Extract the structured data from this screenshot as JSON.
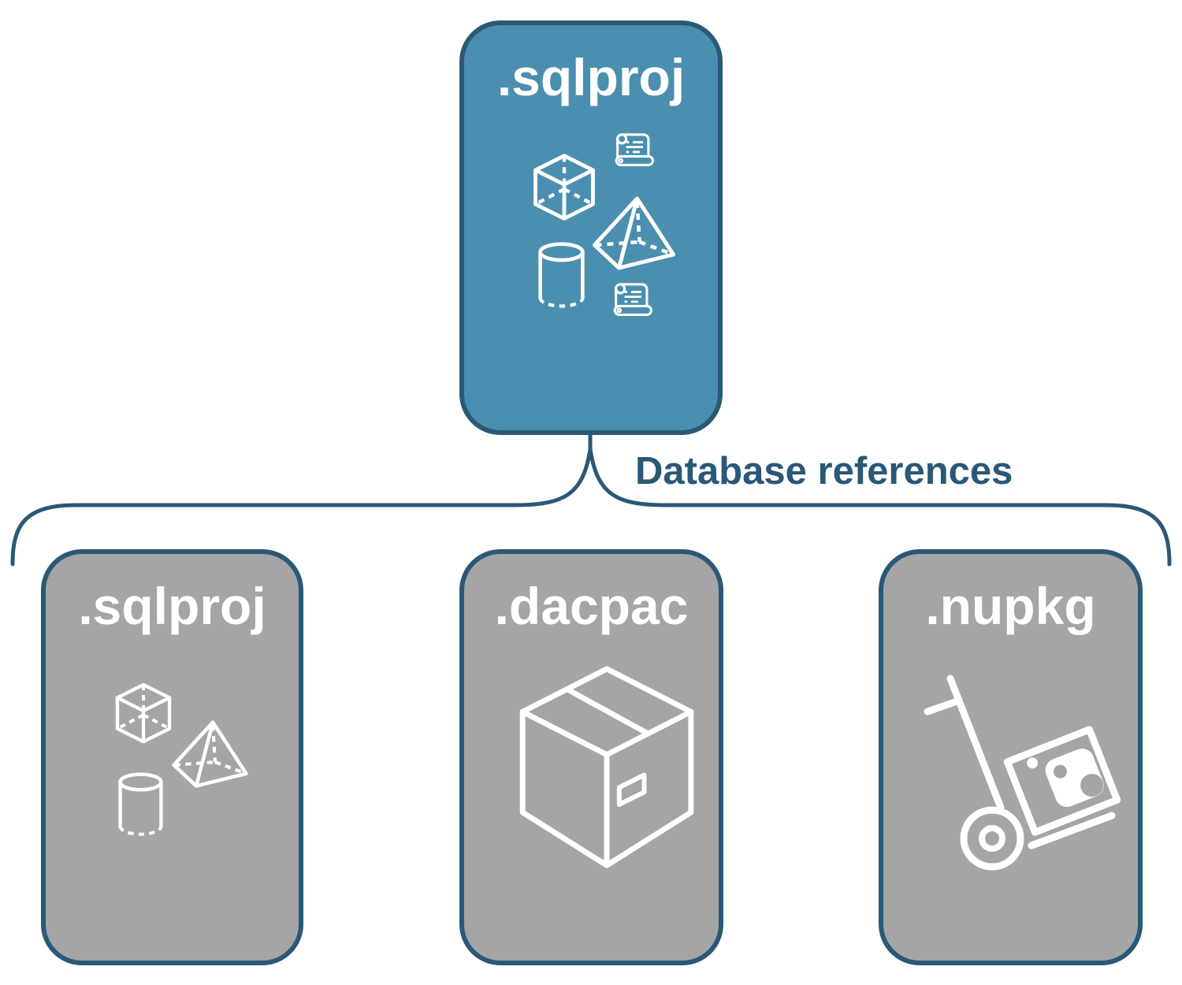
{
  "diagram": {
    "background": "#FFFFFF",
    "colors": {
      "primary_node_fill": "#4A8FAF",
      "child_node_fill": "#A5A5A5",
      "node_border": "#2A5877",
      "connector": "#2A5877",
      "node_label_text": "#FFFFFF",
      "connector_label_text": "#2A5877",
      "icon_stroke": "#FFFFFF"
    },
    "root_node": {
      "label": ".sqlproj",
      "icons": [
        "scroll-icon",
        "cube-icon",
        "pyramid-icon",
        "cylinder-icon",
        "scroll-icon"
      ]
    },
    "connector": {
      "type": "curly-brace",
      "label": "Database references"
    },
    "child_nodes": [
      {
        "label": ".sqlproj",
        "icons": [
          "cube-icon",
          "pyramid-icon",
          "cylinder-icon"
        ]
      },
      {
        "label": ".dacpac",
        "icons": [
          "package-box-icon"
        ]
      },
      {
        "label": ".nupkg",
        "icons": [
          "hand-truck-nuget-icon"
        ]
      }
    ]
  }
}
